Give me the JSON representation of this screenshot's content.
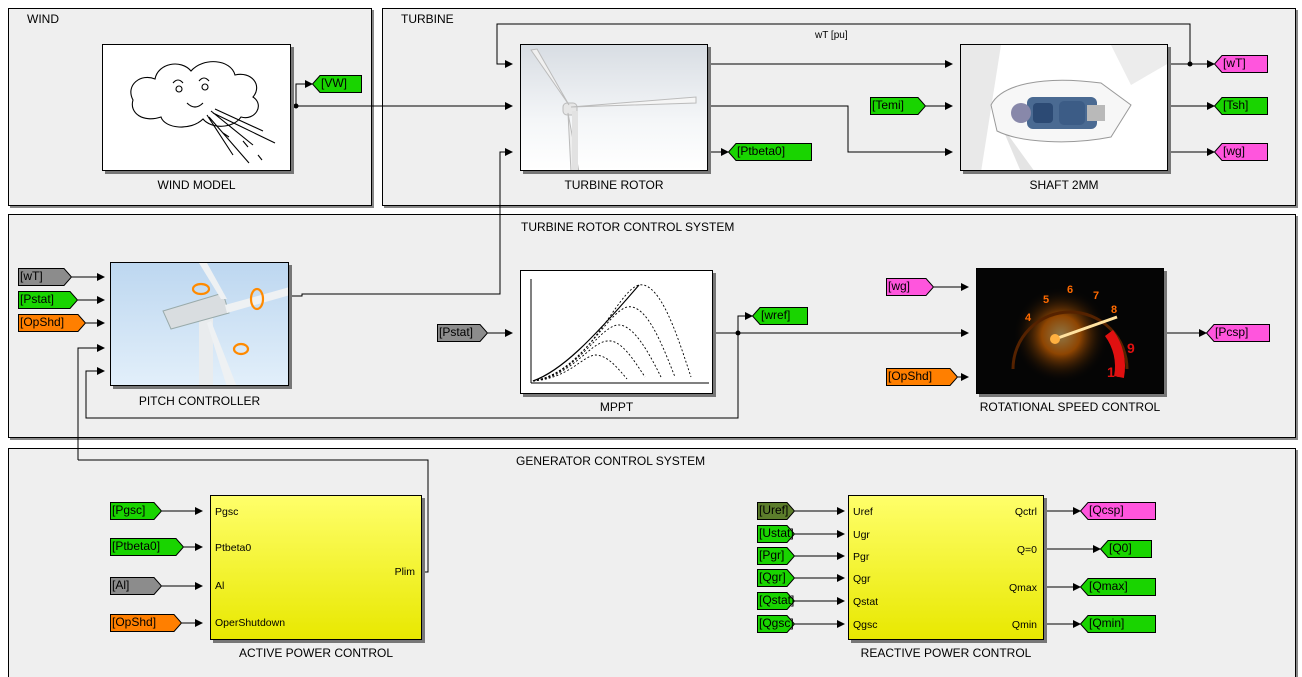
{
  "subsystems": {
    "wind": "WIND",
    "turbine": "TURBINE",
    "rotor_control": "TURBINE ROTOR CONTROL SYSTEM",
    "generator_control": "GENERATOR CONTROL SYSTEM"
  },
  "blocks": {
    "wind_model": "WIND MODEL",
    "turbine_rotor": "TURBINE ROTOR",
    "shaft": "SHAFT 2MM",
    "pitch_controller": "PITCH CONTROLLER",
    "mppt": "MPPT",
    "rotational_speed": "ROTATIONAL SPEED CONTROL",
    "active_power": "ACTIVE POWER CONTROL",
    "reactive_power": "REACTIVE POWER CONTROL"
  },
  "wire_labels": {
    "wT": "wT [pu]"
  },
  "ports": {
    "active_in": [
      "Pgsc",
      "Ptbeta0",
      "Al",
      "OperShutdown"
    ],
    "active_out": [
      "Plim"
    ],
    "reactive_in": [
      "Uref",
      "Ugr",
      "Pgr",
      "Qgr",
      "Qstat",
      "Qgsc"
    ],
    "reactive_out": [
      "Qctrl",
      "Q=0",
      "Qmax",
      "Qmin"
    ]
  },
  "tags": {
    "goto_vw": "[VW]",
    "goto_wT": "[wT]",
    "from_Temi": "[Temi]",
    "goto_Tsh": "[Tsh]",
    "goto_wg": "[wg]",
    "goto_Ptbeta0": "[Ptbeta0]",
    "from_wT": "[wT]",
    "from_Pstat": "[Pstat]",
    "from_OpShd": "[OpShd]",
    "from_Pstat_mppt": "[Pstat]",
    "goto_wref": "[wref]",
    "from_wg": "[wg]",
    "from_OpShd_rsc": "[OpShd]",
    "goto_Pcsp": "[Pcsp]",
    "from_Pgsc": "[Pgsc]",
    "from_Ptbeta0": "[Ptbeta0]",
    "from_Al": "[Al]",
    "from_OpShd_apc": "[OpShd]",
    "from_Uref": "[Uref]",
    "from_Ustat": "[Ustat]",
    "from_Pgr": "[Pgr]",
    "from_Qgr": "[Qgr]",
    "from_Qstat": "[Qstat]",
    "from_Qgsc": "[Qgsc]",
    "goto_Qcsp": "[Qcsp]",
    "goto_Q0": "[Q0]",
    "goto_Qmax": "[Qmax]",
    "goto_Qmin": "[Qmin]"
  },
  "colors": {
    "green": "#19d400",
    "pink": "#ff55dd",
    "orange": "#ff7f00",
    "gray": "#8c8c8c",
    "olive": "#5c7d2b"
  }
}
